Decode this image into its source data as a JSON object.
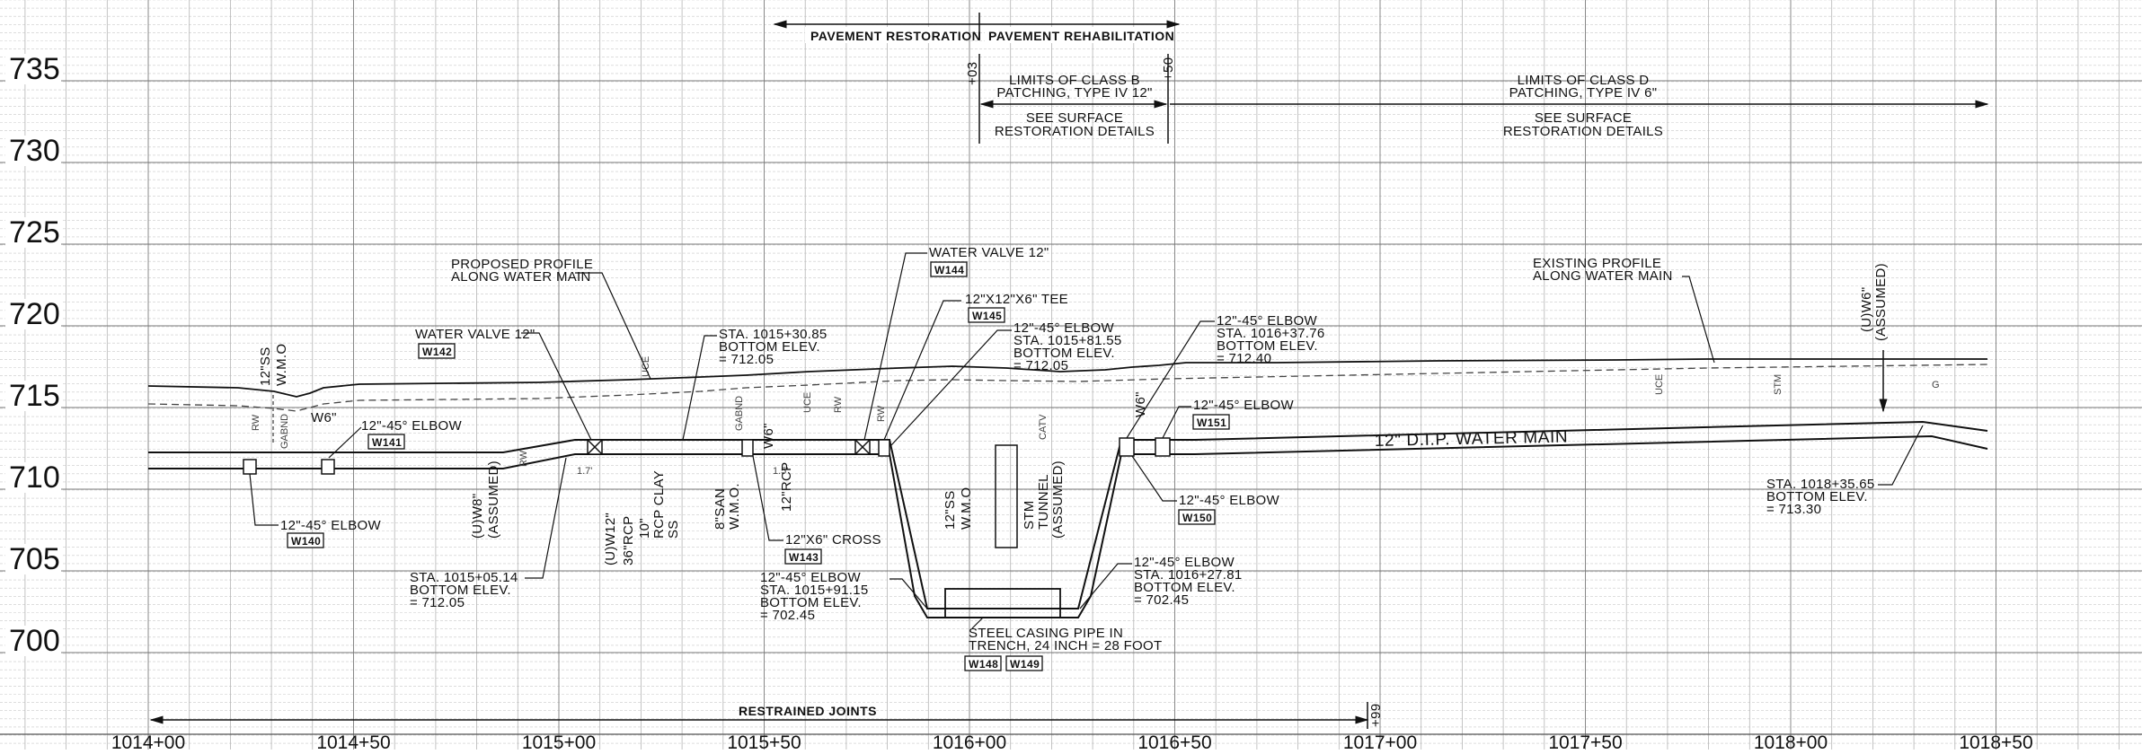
{
  "profile": {
    "elevation_labels": [
      "735",
      "730",
      "725",
      "720",
      "715",
      "710",
      "705",
      "700"
    ],
    "station_labels": [
      "1014+00",
      "1014+50",
      "1015+00",
      "1015+50",
      "1016+00",
      "1016+50",
      "1017+00",
      "1017+50",
      "1018+00",
      "1018+50"
    ]
  },
  "top_notes": {
    "pavement_restoration": "PAVEMENT RESTORATION",
    "pavement_rehabilitation": "PAVEMENT REHABILITATION",
    "class_b_line1": "LIMITS OF CLASS B",
    "class_b_line2": "PATCHING, TYPE IV 12\"",
    "class_b_see1": "SEE SURFACE",
    "class_b_see2": "RESTORATION DETAILS",
    "class_d_line1": "LIMITS OF CLASS D",
    "class_d_line2": "PATCHING, TYPE IV 6\"",
    "class_d_see1": "SEE SURFACE",
    "class_d_see2": "RESTORATION DETAILS",
    "plus03": "+03",
    "plus50": "+50"
  },
  "profiles": {
    "proposed_line1": "PROPOSED PROFILE",
    "proposed_line2": "ALONG WATER MAIN",
    "existing_line1": "EXISTING PROFILE",
    "existing_line2": "ALONG WATER MAIN",
    "water_main": "12\" D.I.P. WATER MAIN"
  },
  "callouts": {
    "valve_w142": "WATER VALVE 12\"",
    "tag_w142": "W142",
    "elbow_w141": "12\"-45° ELBOW",
    "tag_w141": "W141",
    "elbow_w140": "12\"-45° ELBOW",
    "tag_w140": "W140",
    "sta_50514_1": "STA. 1015+05.14",
    "sta_50514_2": "BOTTOM ELEV.",
    "sta_50514_3": "= 712.05",
    "sta_53085_1": "STA. 1015+30.85",
    "sta_53085_2": "BOTTOM ELEV.",
    "sta_53085_3": "= 712.05",
    "cross_w143": "12\"X6\" CROSS",
    "tag_w143": "W143",
    "valve_w144": "WATER VALVE 12\"",
    "tag_w144": "W144",
    "tee_w145": "12\"X12\"X6\" TEE",
    "tag_w145": "W145",
    "elbow_58155_1": "12\"-45° ELBOW",
    "elbow_58155_2": "STA. 1015+81.55",
    "elbow_58155_3": "BOTTOM ELEV.",
    "elbow_58155_4": "= 712.05",
    "elbow_59115_1": "12\"-45° ELBOW",
    "elbow_59115_2": "STA. 1015+91.15",
    "elbow_59115_3": "BOTTOM ELEV.",
    "elbow_59115_4": "= 702.45",
    "casing_1": "STEEL CASING PIPE IN",
    "casing_2": "TRENCH, 24 INCH = 28 FOOT",
    "tag_w148": "W148",
    "tag_w149": "W149",
    "elbow_62781_1": "12\"-45° ELBOW",
    "elbow_62781_2": "STA. 1016+27.81",
    "elbow_62781_3": "BOTTOM ELEV.",
    "elbow_62781_4": "= 702.45",
    "elbow_63776_1": "12\"-45° ELBOW",
    "elbow_63776_2": "STA. 1016+37.76",
    "elbow_63776_3": "BOTTOM ELEV.",
    "elbow_63776_4": "= 712.40",
    "elbow_w151": "12\"-45° ELBOW",
    "tag_w151": "W151",
    "elbow_w150": "12\"-45° ELBOW",
    "tag_w150": "W150",
    "sta_83565_1": "STA. 1018+35.65",
    "sta_83565_2": "BOTTOM ELEV.",
    "sta_83565_3": "= 713.30",
    "restrained": "RESTRAINED JOINTS",
    "plus99": "+99"
  },
  "utilities": {
    "ss12": "12\"SS",
    "wmo": "W.M.O",
    "uw8_1": "(U)W8\"",
    "uw8_2": "(ASSUMED)",
    "uw12": "(U)W12\"",
    "rcp10": "10\"",
    "rcp_clay": "RCP CLAY",
    "rcp36": "36\"RCP",
    "ss": "SS",
    "san8": "8\"SAN",
    "wmo2": "W.M.O.",
    "w6": "W6\"",
    "rcp12": "12\"RCP",
    "ss12b": "12\"SS",
    "wmo3": "W.M.O",
    "stm_tunnel_1": "STM",
    "stm_tunnel_2": "TUNNEL",
    "stm_tunnel_3": "(ASSUMED)",
    "uw6_1": "(U)W6\"",
    "uw6_2": "(ASSUMED)",
    "w6b": "W6\"",
    "dim17": "1.7'",
    "dim15": "1.5'",
    "rw": "RW",
    "gabnd": "GABND",
    "uce": "UCE",
    "catv": "CATV",
    "stm": "STM",
    "g": "G"
  }
}
